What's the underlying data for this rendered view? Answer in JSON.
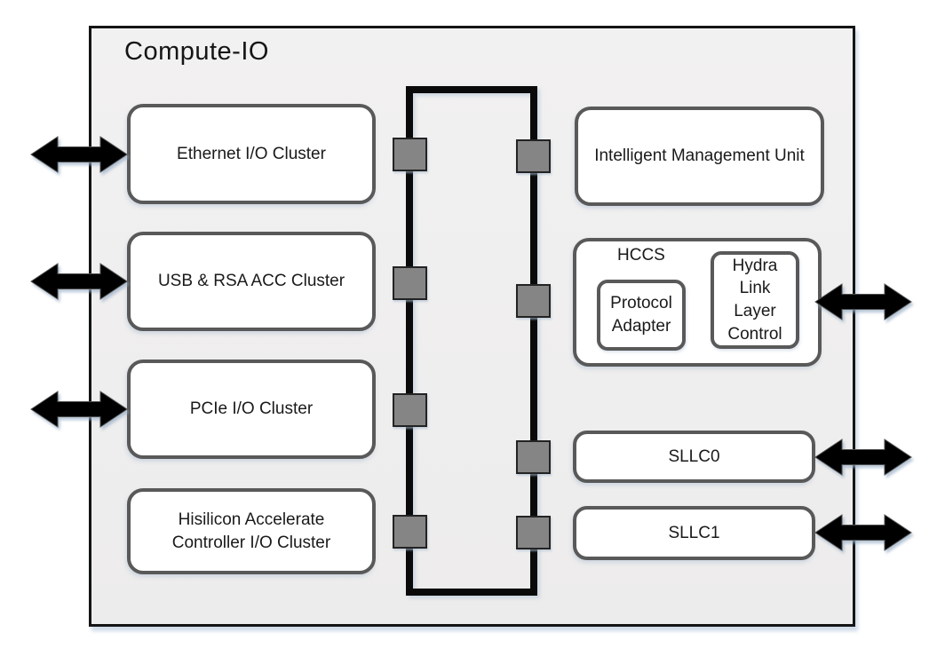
{
  "diagram": {
    "title": "Compute-IO",
    "type": "soc-block-diagram"
  },
  "left_clusters": [
    {
      "label": "Ethernet I/O Cluster",
      "external_link": true
    },
    {
      "label": "USB & RSA ACC Cluster",
      "external_link": true
    },
    {
      "label": "PCIe I/O Cluster",
      "external_link": true
    },
    {
      "label": "Hisilicon Accelerate Controller I/O Cluster",
      "external_link": false
    }
  ],
  "right": {
    "imu_label": "Intelligent Management Unit",
    "hccs_label": "HCCS",
    "protocol_adapter_label": "Protocol Adapter",
    "hydra_label": "Hydra Link Layer Control",
    "sllc0_label": "SLLC0",
    "sllc1_label": "SLLC1"
  },
  "bus": {
    "shape": "ring",
    "left_ports": 4,
    "right_ports": 4
  },
  "colors": {
    "frame_border": "#141414",
    "frame_background": "#efeeee",
    "node_border": "#595959",
    "node_background": "#ffffff",
    "ring_stroke": "#0a0a0a",
    "port_fill": "#858585",
    "port_border": "#232323",
    "arrow_fill": "#000000",
    "text": "#1a1a1a"
  }
}
